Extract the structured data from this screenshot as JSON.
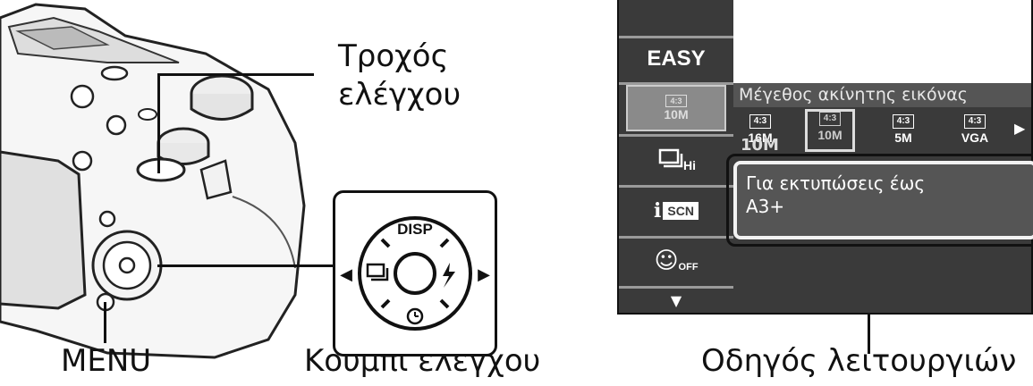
{
  "labels": {
    "control_wheel": "Τροχός\nελέγχου",
    "control_wheel_line1": "Τροχός",
    "control_wheel_line2": "ελέγχου",
    "menu": "MENU",
    "control_button": "Κουμπί ελέγχου",
    "function_guide": "Οδηγός λειτουργιών"
  },
  "control_pad": {
    "top": "DISP",
    "left_arrow": "◀",
    "right_arrow": "▶",
    "right_icon": "flash-icon",
    "bottom_icon": "self-timer-icon",
    "left_icon": "burst-icon",
    "center": "○"
  },
  "lcd": {
    "sidebar": [
      {
        "label": "EASY",
        "icon": "easy-mode"
      },
      {
        "label": "4:3 10M",
        "icon": "image-size-icon"
      },
      {
        "label": "Hi",
        "icon": "burst-hi-icon"
      },
      {
        "label": "SCN",
        "icon": "iscn-icon"
      },
      {
        "label": "OFF",
        "icon": "smile-off-icon"
      }
    ],
    "down_arrow": "▼",
    "menu_header": "Μέγεθος ακίνητης εικόνας",
    "options": [
      {
        "ratio": "4:3",
        "size": "16M"
      },
      {
        "ratio": "4:3",
        "size": "10M",
        "selected": true
      },
      {
        "ratio": "4:3",
        "size": "5M"
      },
      {
        "ratio": "4:3",
        "size": "VGA"
      }
    ],
    "right_arrow": "▶",
    "selected_value": "10M",
    "guide_text_line1": "Για εκτυπώσεις έως",
    "guide_text_line2": "A3+"
  }
}
